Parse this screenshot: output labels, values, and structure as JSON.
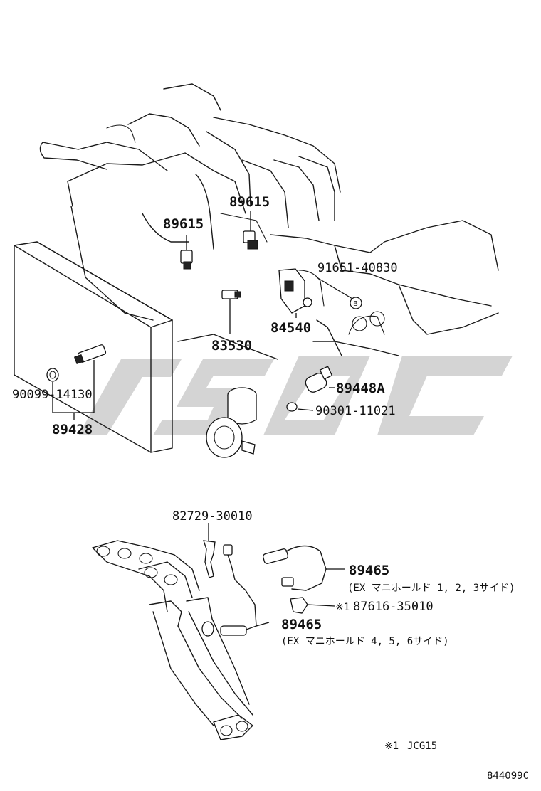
{
  "labels": {
    "p89615_upper": "89615",
    "p89615_lower": "89615",
    "p91651": "91651-40830",
    "p84540": "84540",
    "p83530": "83530",
    "p89448A": "89448A",
    "p90301": "90301-11021",
    "p90099": "90099-14130",
    "p89428": "89428",
    "p82729": "82729-30010",
    "p89465_a": "89465",
    "p89465_a_note": "(EX マニホールド 1, 2, 3サイド)",
    "p87616_mark": "※1",
    "p87616": "87616-35010",
    "p89465_b": "89465",
    "p89465_b_note": "(EX マニホールド 4, 5, 6サイド)",
    "circle_b": "B",
    "footnote_mark": "※1",
    "footnote_text": "JCG15",
    "diagram_id": "844099C"
  }
}
